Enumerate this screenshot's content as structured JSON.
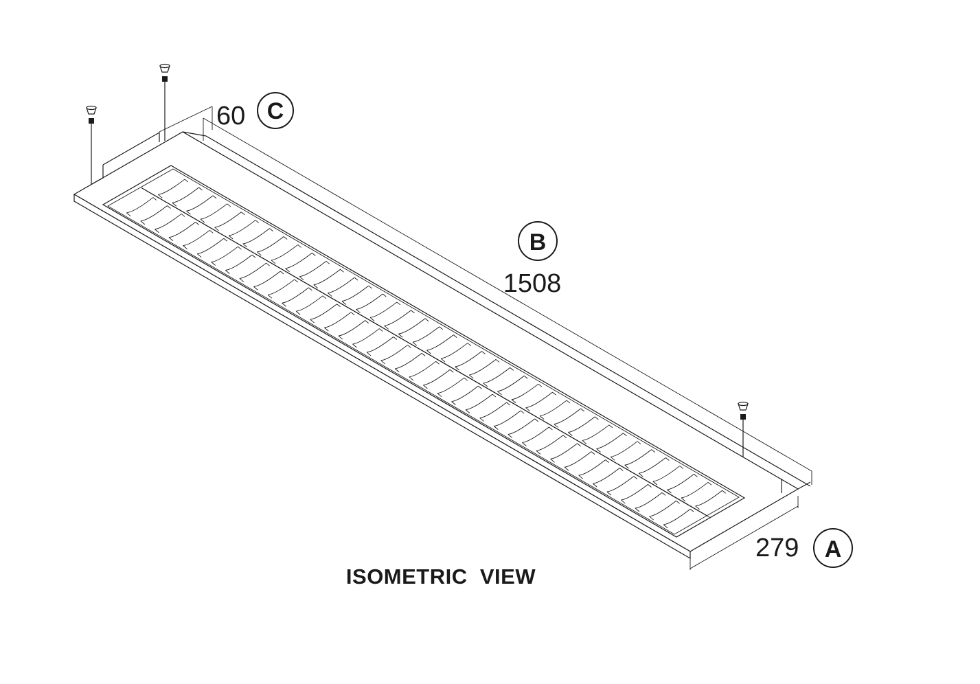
{
  "dimensions": {
    "width": {
      "value": "279",
      "letter": "A"
    },
    "length": {
      "value": "1508",
      "letter": "B"
    },
    "height": {
      "value": "60",
      "letter": "C"
    }
  },
  "title": "ISOMETRIC  VIEW",
  "louver": {
    "rows": 2,
    "blades_per_row": 40
  },
  "suspension_count": 3
}
